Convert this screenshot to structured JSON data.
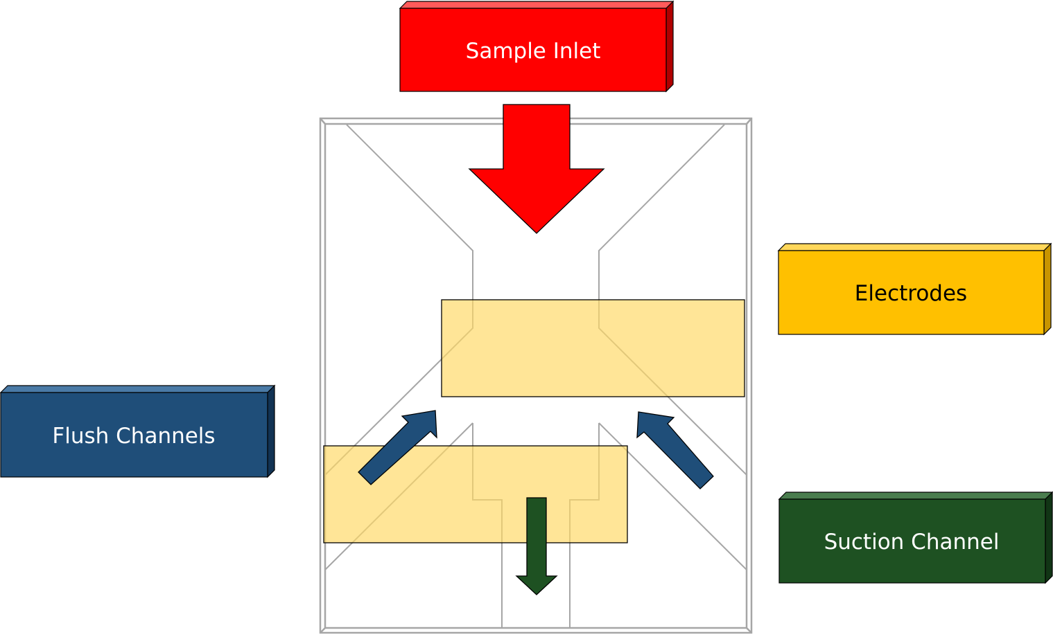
{
  "labels": {
    "sample_inlet": "Sample Inlet",
    "electrodes": "Electrodes",
    "flush_channels": "Flush Channels",
    "suction_channel": "Suction Channel"
  },
  "colors": {
    "sample_inlet": "#ff0000",
    "electrodes": "#ffc000",
    "electrode_overlay": "#ffe699",
    "flush_channels": "#1f4e79",
    "suction_channel": "#1e5122",
    "channel_outline": "#a6a6a6",
    "label_text_light": "#ffffff",
    "label_text_dark": "#000000"
  }
}
